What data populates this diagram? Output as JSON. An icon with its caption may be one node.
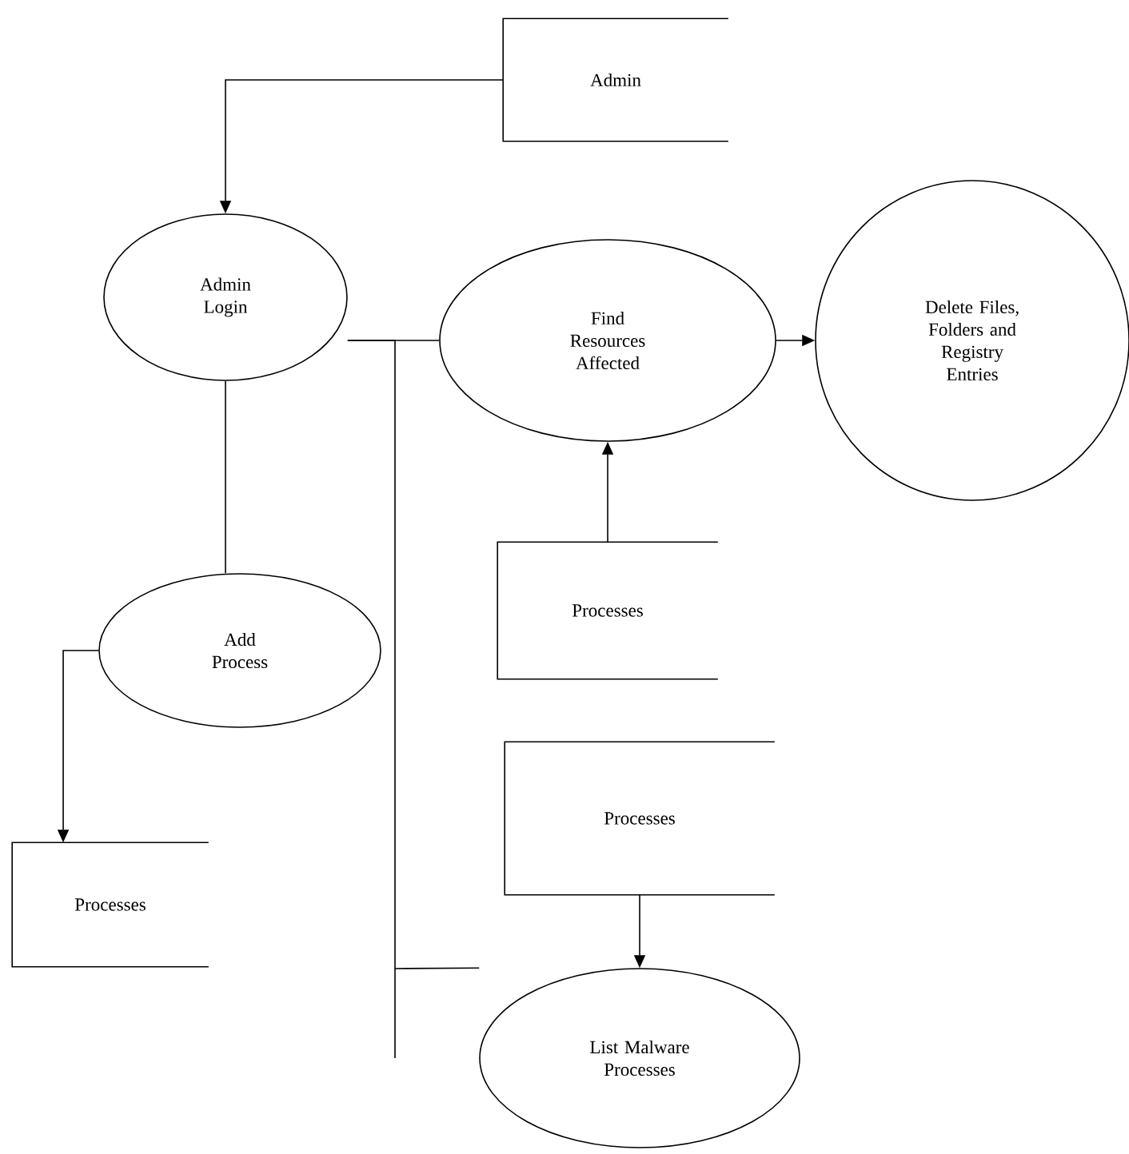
{
  "diagram": {
    "nodes": [
      {
        "text": [
          "Admin"
        ]
      },
      {
        "text": [
          "Admin Login"
        ]
      },
      {
        "text": [
          "Find Resources Affected"
        ]
      },
      {
        "text": [
          "Delete Files, Folders and Registry Entries"
        ]
      },
      {
        "text": [
          "Add Process"
        ]
      },
      {
        "text": [
          "Processes"
        ]
      },
      {
        "text": [
          "Processes"
        ]
      },
      {
        "text": [
          "Processes"
        ]
      },
      {
        "text": [
          "List Malware Processes"
        ]
      }
    ],
    "edges": [
      {
        "from": 0,
        "to": 1,
        "arrow": "to"
      },
      {
        "from": 1,
        "to": 2,
        "arrow": "none"
      },
      {
        "from": 2,
        "to": 3,
        "arrow": "to"
      },
      {
        "from": 5,
        "to": 2,
        "arrow": "to"
      },
      {
        "from": 1,
        "to": 4,
        "arrow": "none"
      },
      {
        "from": 4,
        "to": 7,
        "arrow": "to"
      },
      {
        "from": 6,
        "to": 8,
        "arrow": "to"
      },
      {
        "from": 1,
        "to": 8,
        "arrow": "none"
      }
    ]
  }
}
